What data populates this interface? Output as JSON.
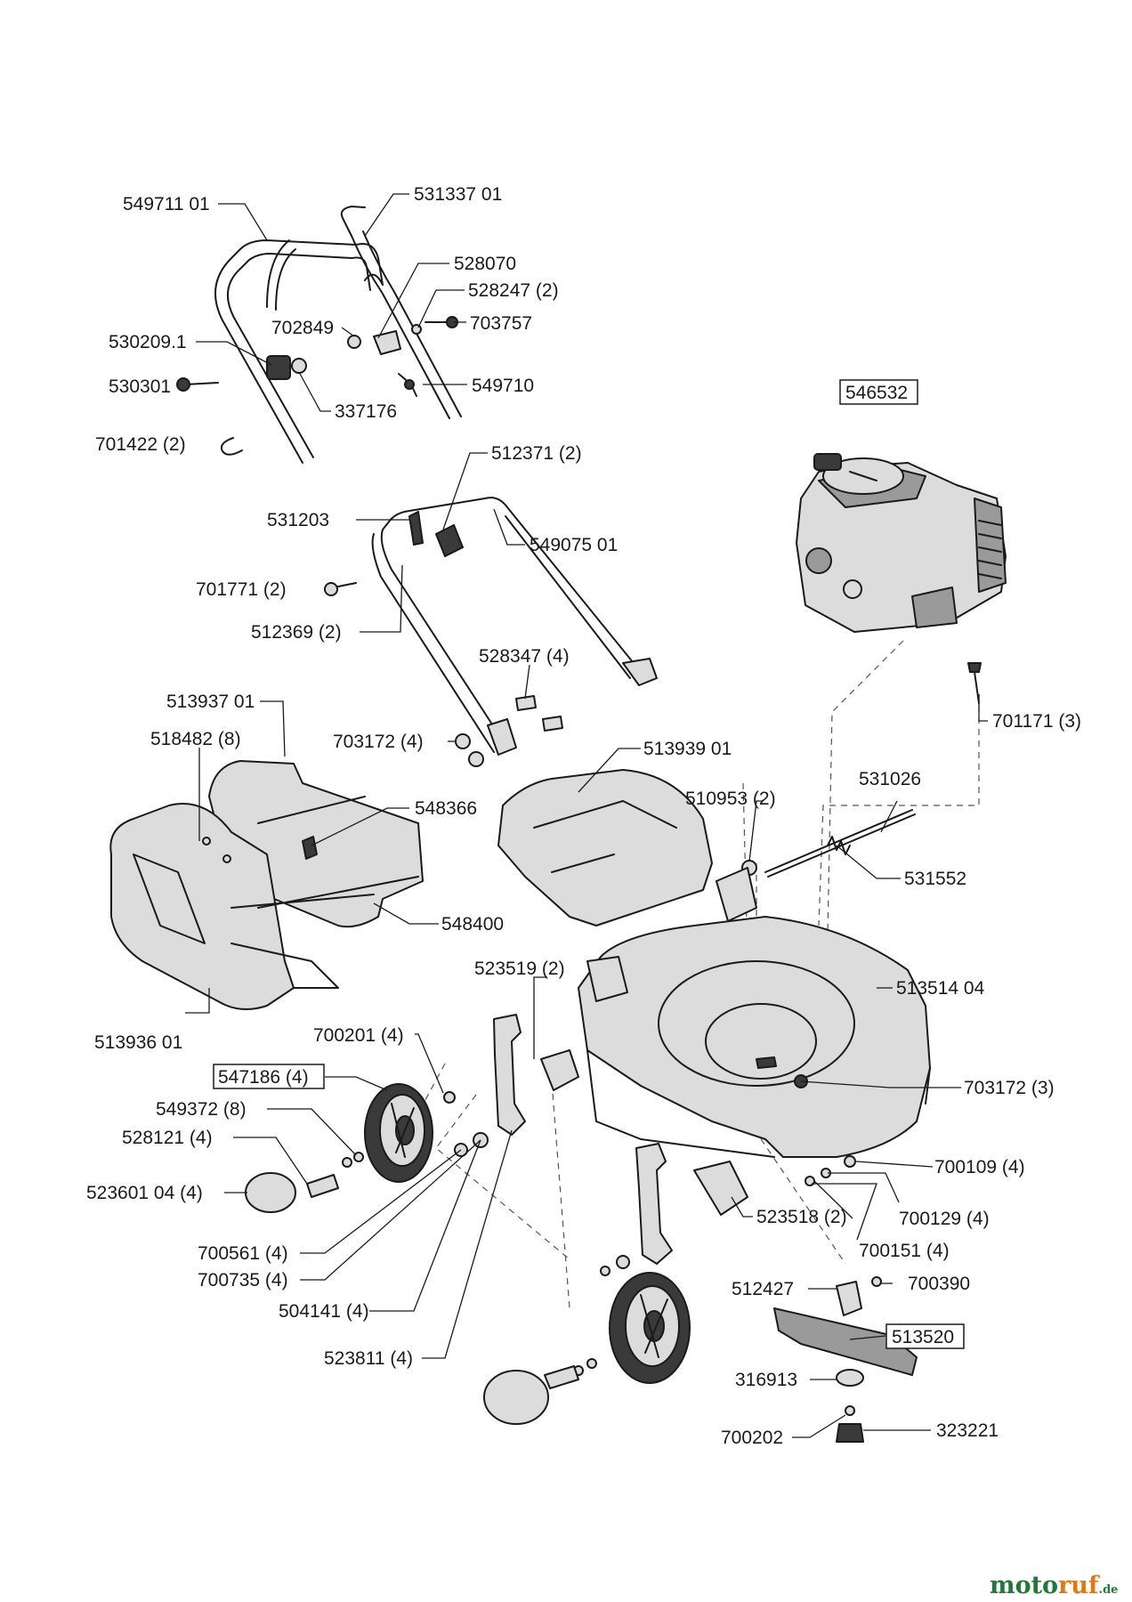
{
  "watermark": {
    "part1": "moto",
    "part2": "ruf",
    "suffix": ".de"
  },
  "labels": {
    "p549711_01": "549711 01",
    "p531337_01": "531337 01",
    "p528070": "528070",
    "p528247": "528247 (2)",
    "p702849": "702849",
    "p703757": "703757",
    "p530209_1": "530209.1",
    "p530301": "530301",
    "p549710": "549710",
    "p337176": "337176",
    "p701422": "701422 (2)",
    "p512371": "512371 (2)",
    "p531203": "531203",
    "p549075_01": "549075 01",
    "p701771": "701771 (2)",
    "p512369": "512369 (2)",
    "p528347": "528347 (4)",
    "p513937_01": "513937 01",
    "p518482": "518482 (8)",
    "p703172_4": "703172 (4)",
    "p548366": "548366",
    "p513939_01": "513939 01",
    "p546532": "546532",
    "p701171": "701171 (3)",
    "p531026": "531026",
    "p510953": "510953 (2)",
    "p531552": "531552",
    "p548400": "548400",
    "p523519": "523519 (2)",
    "p513514_04": "513514 04",
    "p513936_01": "513936 01",
    "p700201": "700201 (4)",
    "p547186": "547186 (4)",
    "p703172_3": "703172 (3)",
    "p549372": "549372 (8)",
    "p528121": "528121 (4)",
    "p700109": "700109 (4)",
    "p523601_04": "523601 04 (4)",
    "p700129": "700129 (4)",
    "p523518": "523518 (2)",
    "p700561": "700561 (4)",
    "p700151": "700151 (4)",
    "p700735": "700735 (4)",
    "p700390": "700390",
    "p504141": "504141 (4)",
    "p512427": "512427",
    "p513520": "513520",
    "p523811": "523811 (4)",
    "p316913": "316913",
    "p323221": "323221",
    "p700202": "700202"
  }
}
